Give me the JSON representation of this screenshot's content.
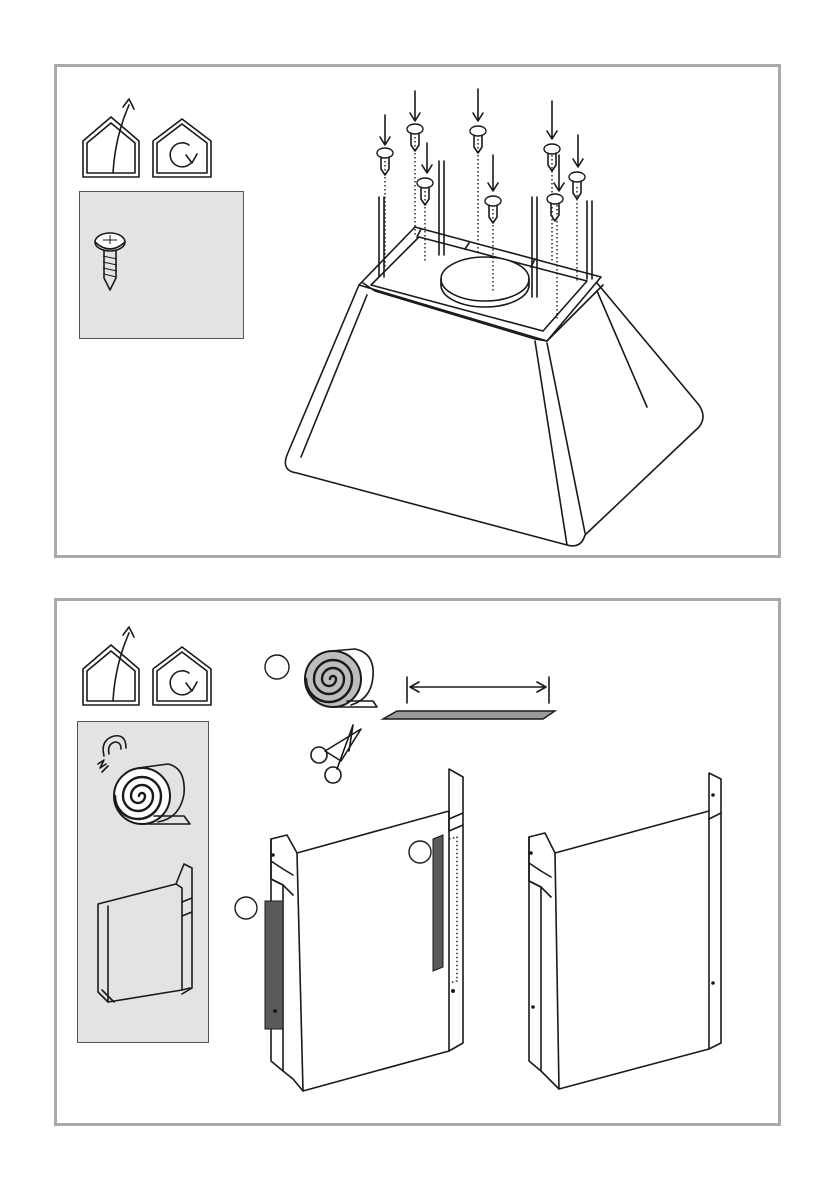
{
  "page": {
    "title": ""
  },
  "step1": {
    "icons": [
      "extraction-mode-icon",
      "recirculation-mode-icon"
    ],
    "hardware": "screw-icon",
    "screw_count": 8
  },
  "step2": {
    "icons": [
      "extraction-mode-icon",
      "recirculation-mode-icon"
    ],
    "hardware": [
      "magnet-icon",
      "insulation-roll-icon",
      "chimney-section-icon"
    ],
    "callouts": [
      "callout-circle",
      "callout-circle",
      "callout-circle"
    ],
    "tools": [
      "scissors-icon"
    ]
  },
  "colors": {
    "panel_border": "#a9a9a9",
    "grey_fill": "#e3e3e3",
    "strip_fill": "#5a5a5a",
    "line": "#1a1a1a"
  }
}
